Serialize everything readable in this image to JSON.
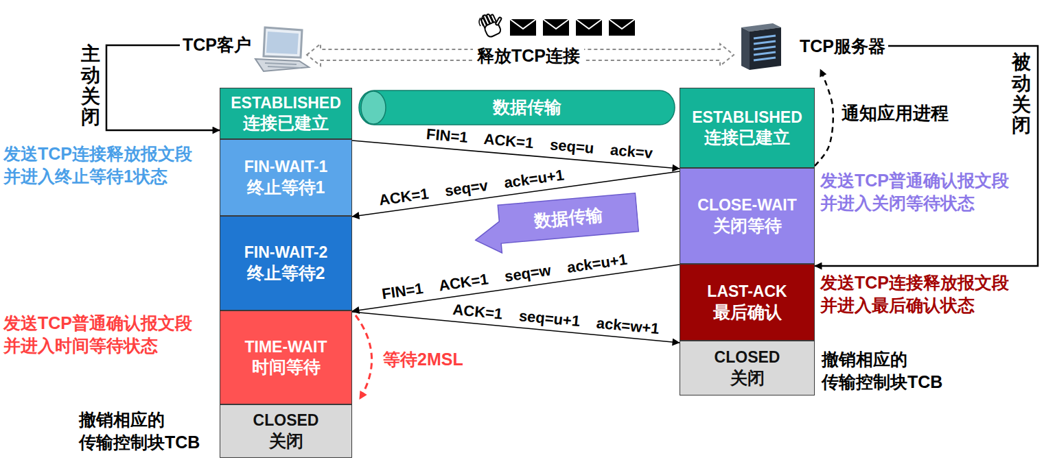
{
  "diagram": {
    "nodes": [
      {
        "text": [
          "TCP客户"
        ]
      },
      {
        "text": [
          "TCP服务器"
        ]
      },
      {
        "text": [
          "ESTABLISHED",
          "连接已建立"
        ]
      },
      {
        "text": [
          "数据传输"
        ]
      },
      {
        "text": [
          "ESTABLISHED",
          "连接已建立"
        ]
      },
      {
        "text": [
          "FIN-WAIT-1",
          "终止等待1"
        ]
      },
      {
        "text": [
          "CLOSE-WAIT",
          "关闭等待"
        ]
      },
      {
        "text": [
          "数据传输"
        ]
      },
      {
        "text": [
          "FIN-WAIT-2",
          "终止等待2"
        ]
      },
      {
        "text": [
          "LAST-ACK",
          "最后确认"
        ]
      },
      {
        "text": [
          "TIME-WAIT",
          "时间等待"
        ]
      },
      {
        "text": [
          "CLOSED",
          "关闭"
        ]
      },
      {
        "text": [
          "CLOSED",
          "关闭"
        ]
      }
    ],
    "edges": [
      {
        "from": 0,
        "to": 1,
        "arrow": "both",
        "label": "释放TCP连接"
      },
      {
        "from": 0,
        "to": 2,
        "arrow": "to",
        "label": "主动关闭"
      },
      {
        "from": 1,
        "to": 9,
        "arrow": "to",
        "label": "被动关闭"
      },
      {
        "from": 4,
        "to": 1,
        "arrow": "to",
        "label": "通知应用进程"
      },
      {
        "from": 5,
        "to": 6,
        "arrow": "to",
        "label": "FIN=1 ACK=1 seq=u ack=v"
      },
      {
        "from": 6,
        "to": 8,
        "arrow": "to",
        "label": "ACK=1 seq=v ack=u+1"
      },
      {
        "from": 9,
        "to": 10,
        "arrow": "to",
        "label": "FIN=1 ACK=1 seq=w ack=u+1"
      },
      {
        "from": 10,
        "to": 11,
        "arrow": "to",
        "label": "ACK=1 seq=u+1 ack=w+1"
      }
    ],
    "labels": [
      "发送TCP连接释放报文段 并进入终止等待1状态",
      "发送TCP普通确认报文段 并进入关闭等待状态",
      "发送TCP连接释放报文段 并进入最后确认状态",
      "发送TCP普通确认报文段 并进入时间等待状态",
      "等待2MSL",
      "撤销相应的 传输控制块TCB",
      "撤销相应的 传输控制块TCB"
    ]
  }
}
